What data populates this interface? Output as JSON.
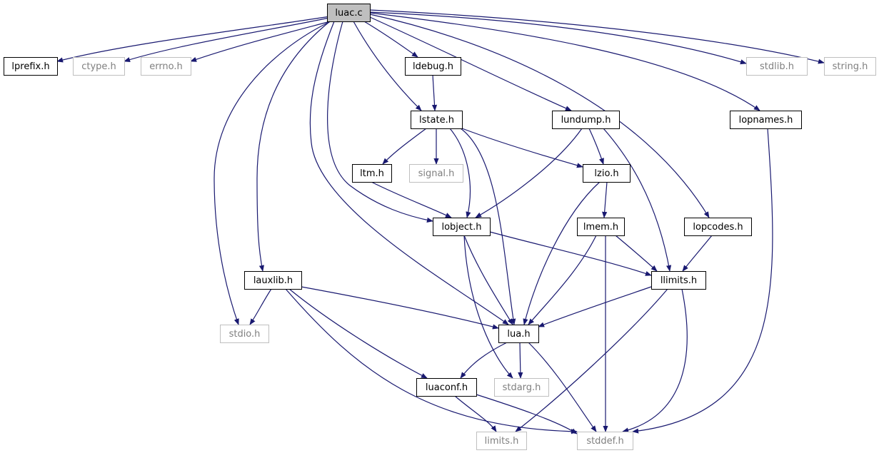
{
  "diagram": {
    "edge_color": "#191970",
    "colors": {
      "root_fill": "#bfbfbf",
      "root_stroke": "#000000",
      "project_stroke": "#000000",
      "system_stroke": "#bfbfbf",
      "project_text": "#000000",
      "system_text": "#7f7f7f"
    },
    "nodes": [
      {
        "id": "luac",
        "label": "luac.c",
        "kind": "root"
      },
      {
        "id": "lprefix",
        "label": "lprefix.h",
        "kind": "project"
      },
      {
        "id": "ctype",
        "label": "ctype.h",
        "kind": "system"
      },
      {
        "id": "errno",
        "label": "errno.h",
        "kind": "system"
      },
      {
        "id": "ldebug",
        "label": "ldebug.h",
        "kind": "project"
      },
      {
        "id": "stdlib",
        "label": "stdlib.h",
        "kind": "system"
      },
      {
        "id": "string",
        "label": "string.h",
        "kind": "system"
      },
      {
        "id": "lstate",
        "label": "lstate.h",
        "kind": "project"
      },
      {
        "id": "lundump",
        "label": "lundump.h",
        "kind": "project"
      },
      {
        "id": "lopnames",
        "label": "lopnames.h",
        "kind": "project"
      },
      {
        "id": "ltm",
        "label": "ltm.h",
        "kind": "project"
      },
      {
        "id": "signal",
        "label": "signal.h",
        "kind": "system"
      },
      {
        "id": "lzio",
        "label": "lzio.h",
        "kind": "project"
      },
      {
        "id": "lobject",
        "label": "lobject.h",
        "kind": "project"
      },
      {
        "id": "lmem",
        "label": "lmem.h",
        "kind": "project"
      },
      {
        "id": "lopcodes",
        "label": "lopcodes.h",
        "kind": "project"
      },
      {
        "id": "lauxlib",
        "label": "lauxlib.h",
        "kind": "project"
      },
      {
        "id": "llimits",
        "label": "llimits.h",
        "kind": "project"
      },
      {
        "id": "stdio",
        "label": "stdio.h",
        "kind": "system"
      },
      {
        "id": "lua",
        "label": "lua.h",
        "kind": "project"
      },
      {
        "id": "luaconf",
        "label": "luaconf.h",
        "kind": "project"
      },
      {
        "id": "stdarg",
        "label": "stdarg.h",
        "kind": "system"
      },
      {
        "id": "limits",
        "label": "limits.h",
        "kind": "system"
      },
      {
        "id": "stddef",
        "label": "stddef.h",
        "kind": "system"
      }
    ],
    "edges": [
      {
        "from": "luac",
        "to": "lprefix"
      },
      {
        "from": "luac",
        "to": "ctype"
      },
      {
        "from": "luac",
        "to": "errno"
      },
      {
        "from": "luac",
        "to": "stdio"
      },
      {
        "from": "luac",
        "to": "stdlib"
      },
      {
        "from": "luac",
        "to": "string"
      },
      {
        "from": "luac",
        "to": "lauxlib"
      },
      {
        "from": "luac",
        "to": "lua"
      },
      {
        "from": "luac",
        "to": "ldebug"
      },
      {
        "from": "luac",
        "to": "lobject"
      },
      {
        "from": "luac",
        "to": "lopcodes"
      },
      {
        "from": "luac",
        "to": "lopnames"
      },
      {
        "from": "luac",
        "to": "lstate"
      },
      {
        "from": "luac",
        "to": "lundump"
      },
      {
        "from": "ldebug",
        "to": "lstate"
      },
      {
        "from": "lstate",
        "to": "lua"
      },
      {
        "from": "lstate",
        "to": "signal"
      },
      {
        "from": "lstate",
        "to": "lobject"
      },
      {
        "from": "lstate",
        "to": "ltm"
      },
      {
        "from": "lstate",
        "to": "lzio"
      },
      {
        "from": "ltm",
        "to": "lobject"
      },
      {
        "from": "lobject",
        "to": "llimits"
      },
      {
        "from": "lobject",
        "to": "lua"
      },
      {
        "from": "lobject",
        "to": "stdarg"
      },
      {
        "from": "lundump",
        "to": "llimits"
      },
      {
        "from": "lundump",
        "to": "lobject"
      },
      {
        "from": "lundump",
        "to": "lzio"
      },
      {
        "from": "lzio",
        "to": "lua"
      },
      {
        "from": "lzio",
        "to": "lmem"
      },
      {
        "from": "lmem",
        "to": "llimits"
      },
      {
        "from": "lmem",
        "to": "lua"
      },
      {
        "from": "lmem",
        "to": "stddef"
      },
      {
        "from": "lopcodes",
        "to": "llimits"
      },
      {
        "from": "lopnames",
        "to": "stddef"
      },
      {
        "from": "llimits",
        "to": "limits"
      },
      {
        "from": "llimits",
        "to": "stddef"
      },
      {
        "from": "llimits",
        "to": "lua"
      },
      {
        "from": "lauxlib",
        "to": "stddef"
      },
      {
        "from": "lauxlib",
        "to": "stdio"
      },
      {
        "from": "lauxlib",
        "to": "lua"
      },
      {
        "from": "lauxlib",
        "to": "luaconf"
      },
      {
        "from": "lua",
        "to": "stdarg"
      },
      {
        "from": "lua",
        "to": "stddef"
      },
      {
        "from": "lua",
        "to": "luaconf"
      },
      {
        "from": "luaconf",
        "to": "limits"
      },
      {
        "from": "luaconf",
        "to": "stddef"
      }
    ]
  }
}
